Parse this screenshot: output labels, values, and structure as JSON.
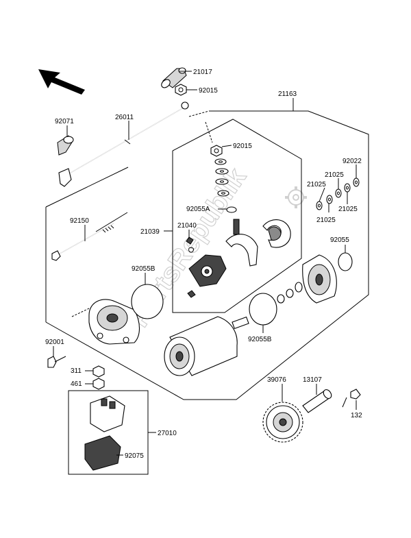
{
  "labels": {
    "p21017": "21017",
    "p92015a": "92015",
    "p21163": "21163",
    "p92071": "92071",
    "p26011": "26011",
    "p92015b": "92015",
    "p92022": "92022",
    "p21025a": "21025",
    "p21025b": "21025",
    "p21025c": "21025",
    "p21025d": "21025",
    "p92055a": "92055A",
    "p92150": "92150",
    "p21039": "21039",
    "p21040": "21040",
    "p92055": "92055",
    "p92055b1": "92055B",
    "p92055b2": "92055B",
    "p92001": "92001",
    "p311": "311",
    "p461": "461",
    "p39076": "39076",
    "p13107": "13107",
    "p132": "132",
    "p27010": "27010",
    "p92075": "92075"
  },
  "watermark": "PartsRepublik",
  "icons": {
    "direction": "front-arrow-icon",
    "gear": "gear-watermark-icon"
  }
}
